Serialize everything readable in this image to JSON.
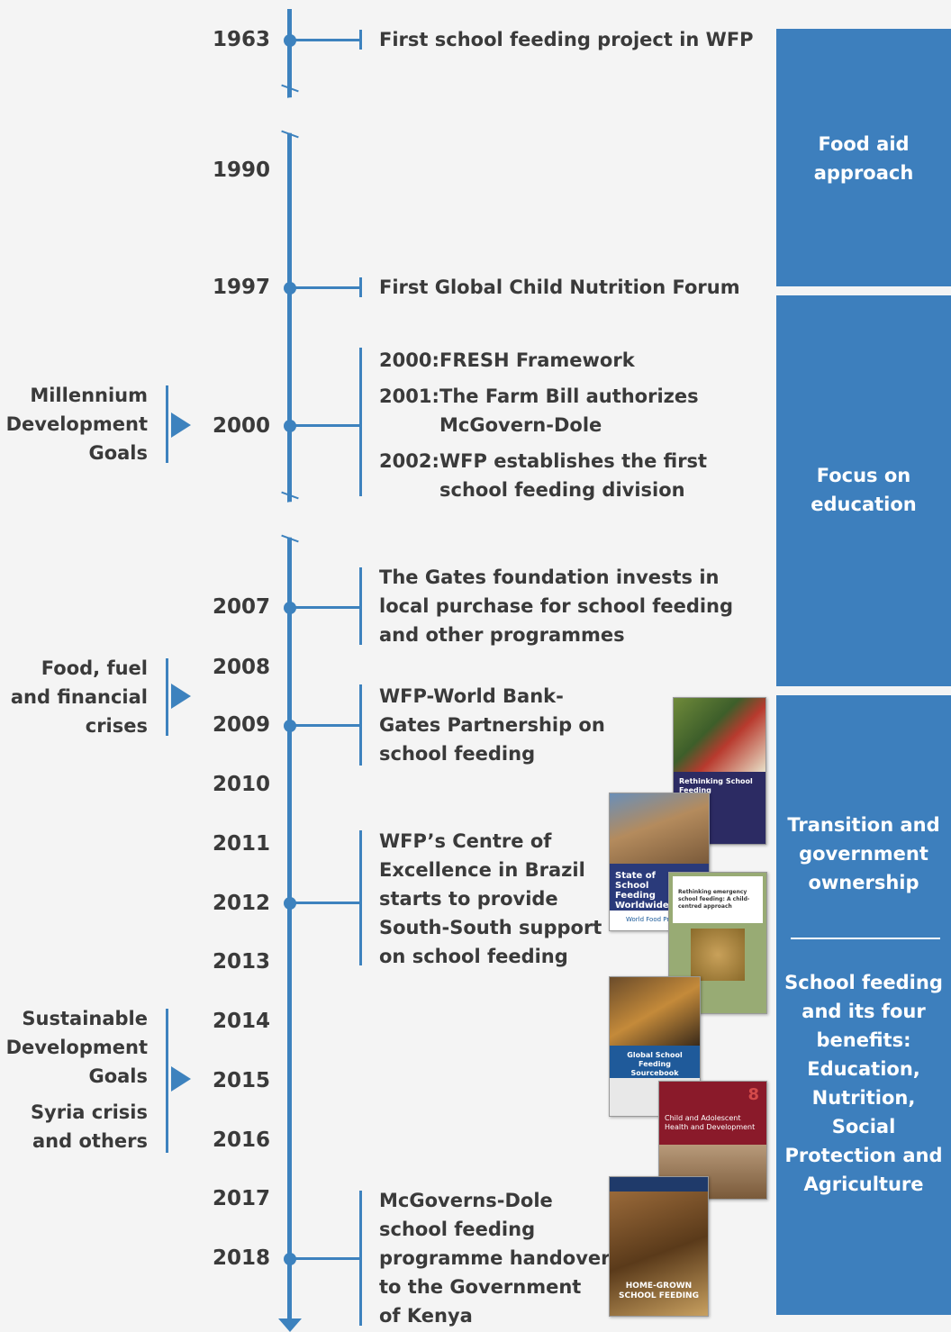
{
  "years": [
    "1963",
    "1990",
    "1997",
    "2000",
    "2007",
    "2008",
    "2009",
    "2010",
    "2011",
    "2012",
    "2013",
    "2014",
    "2015",
    "2016",
    "2017",
    "2018"
  ],
  "events": {
    "e1963": "First school feeding project in WFP",
    "e1997": "First Global Child Nutrition Forum",
    "e2000": {
      "y1": "2000:",
      "t1": "FRESH Framework",
      "y2": "2001:",
      "t2a": "The Farm Bill authorizes",
      "t2b": "McGovern-Dole",
      "y3": "2002:",
      "t3a": "WFP establishes the first",
      "t3b": "school feeding division"
    },
    "e2007": [
      "The Gates foundation invests in",
      "local purchase for school feeding",
      "and other programmes"
    ],
    "e2009": [
      "WFP-World Bank-",
      "Gates Partnership on",
      "school feeding"
    ],
    "e2012": [
      "WFP’s Centre of",
      "Excellence in Brazil",
      "starts to provide",
      "South-South support",
      "on school feeding"
    ],
    "e2018": [
      "McGoverns-Dole",
      "school feeding",
      "programme handover",
      "to the Government",
      "of Kenya"
    ]
  },
  "eras": {
    "mdg": [
      "Millennium",
      "Development",
      "Goals"
    ],
    "crises": [
      "Food, fuel",
      "and financial",
      "crises"
    ],
    "sdg": [
      "Sustainable",
      "Development",
      "Goals",
      "Syria crisis",
      "and others"
    ]
  },
  "phases": {
    "p1": [
      "Food aid",
      "approach"
    ],
    "p2": [
      "Focus on",
      "education"
    ],
    "p3a": [
      "Transition and",
      "government",
      "ownership"
    ],
    "p3b": [
      "School feeding",
      "and its four",
      "benefits:",
      "Education,",
      "Nutrition,",
      "Social",
      "Protection and",
      "Agriculture"
    ]
  },
  "covers": {
    "c1": "Rethinking School Feeding",
    "c2a": "State of School Feeding Worldwide",
    "c2b": "World Food Programme",
    "c3": "Rethinking emergency school feeding: A child-centred approach",
    "c4": "Global School Feeding Sourcebook",
    "c5": "Child and Adolescent Health and Development",
    "c6": "HOME-GROWN SCHOOL FEEDING"
  },
  "colors": {
    "accent": "#3d82be",
    "phase_fill": "#3d7fbd",
    "text": "#3a3a3a",
    "background": "#f4f4f4"
  }
}
